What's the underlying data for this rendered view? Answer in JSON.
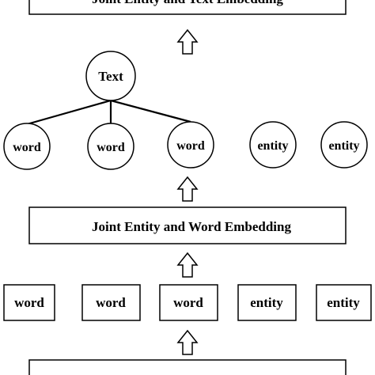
{
  "colors": {
    "stroke": "#000000",
    "background": "#ffffff",
    "text": "#000000"
  },
  "top_box": {
    "label": "Joint Entity and Text Embedding"
  },
  "text_node": {
    "label": "Text"
  },
  "circle_nodes": [
    {
      "label": "word"
    },
    {
      "label": "word"
    },
    {
      "label": "word"
    },
    {
      "label": "entity"
    },
    {
      "label": "entity"
    }
  ],
  "middle_box": {
    "label": "Joint Entity and Word Embedding"
  },
  "input_boxes": [
    {
      "label": "word"
    },
    {
      "label": "word"
    },
    {
      "label": "word"
    },
    {
      "label": "entity"
    },
    {
      "label": "entity"
    }
  ],
  "bottom_box": {
    "label": ""
  },
  "icons": [
    "up-arrow-icon",
    "up-arrow-icon",
    "up-arrow-icon",
    "up-arrow-icon"
  ]
}
